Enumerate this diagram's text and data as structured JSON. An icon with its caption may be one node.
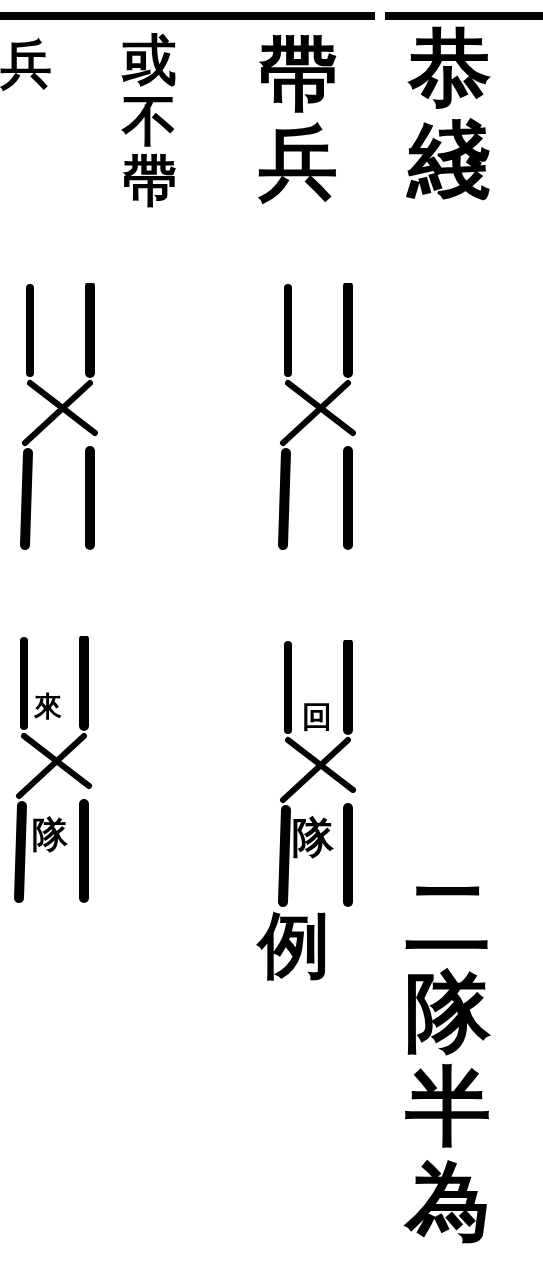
{
  "diagram": {
    "labels": [
      "恭綫",
      "二隊半為",
      "帶兵",
      "回",
      "隊",
      "例",
      "或不帶",
      "來",
      "隊",
      "兵"
    ]
  }
}
